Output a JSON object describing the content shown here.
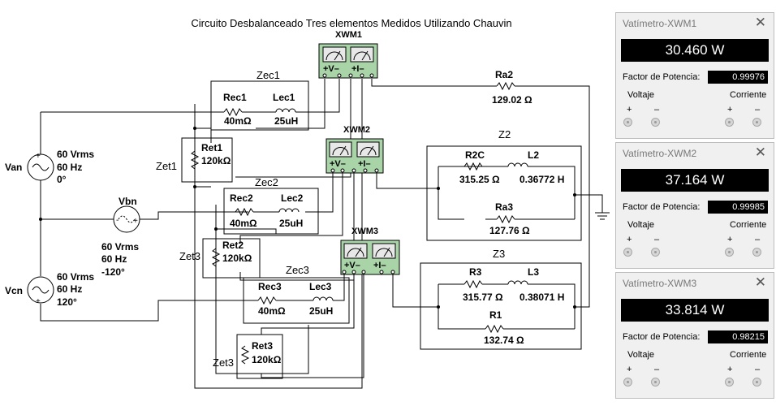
{
  "title": "Circuito Desbalanceado Tres elementos Medidos Utilizando Chauvin",
  "meters": {
    "xwm1": "XWM1",
    "xwm2": "XWM2",
    "xwm3": "XWM3",
    "v_label": "+V–",
    "i_label": "+I–"
  },
  "sources": {
    "van": {
      "name": "Van",
      "vrms": "60 Vrms",
      "freq": "60 Hz",
      "phase": "0°"
    },
    "vbn": {
      "name": "Vbn",
      "vrms": "60 Vrms",
      "freq": "60 Hz",
      "phase": "-120°"
    },
    "vcn": {
      "name": "Vcn",
      "vrms": "60 Vrms",
      "freq": "60 Hz",
      "phase": "120°"
    }
  },
  "zec1": {
    "label": "Zec1",
    "rec": "Rec1",
    "rec_val": "40mΩ",
    "lec": "Lec1",
    "lec_val": "25uH"
  },
  "zec2": {
    "label": "Zec2",
    "rec": "Rec2",
    "rec_val": "40mΩ",
    "lec": "Lec2",
    "lec_val": "25uH"
  },
  "zec3": {
    "label": "Zec3",
    "rec": "Rec3",
    "rec_val": "40mΩ",
    "lec": "Lec3",
    "lec_val": "25uH"
  },
  "zet1": {
    "label": "Zet1",
    "ret": "Ret1",
    "ret_val": "120kΩ"
  },
  "zet2": {
    "label": "Zet3",
    "ret": "Ret2",
    "ret_val": "120kΩ"
  },
  "zet3": {
    "label": "Zet3",
    "ret": "Ret3",
    "ret_val": "120kΩ"
  },
  "ra2": {
    "name": "Ra2",
    "value": "129.02 Ω"
  },
  "z2": {
    "label": "Z2",
    "r2c": "R2C",
    "r2c_val": "315.25 Ω",
    "l2": "L2",
    "l2_val": "0.36772 H",
    "ra3": "Ra3",
    "ra3_val": "127.76 Ω"
  },
  "z3": {
    "label": "Z3",
    "r3": "R3",
    "r3_val": "315.77 Ω",
    "l3": "L3",
    "l3_val": "0.38071 H",
    "r1": "R1",
    "r1_val": "132.74 Ω"
  },
  "panels": [
    {
      "title": "Vatímetro-XWM1",
      "reading": "30.460 W",
      "pf_label": "Factor de Potencia:",
      "pf_value": "0.99976",
      "voltaje": "Voltaje",
      "corriente": "Corriente",
      "plus": "+",
      "minus": "–",
      "close": "✕"
    },
    {
      "title": "Vatímetro-XWM2",
      "reading": "37.164 W",
      "pf_label": "Factor de Potencia:",
      "pf_value": "0.99985",
      "voltaje": "Voltaje",
      "corriente": "Corriente",
      "plus": "+",
      "minus": "–",
      "close": "✕"
    },
    {
      "title": "Vatímetro-XWM3",
      "reading": "33.814 W",
      "pf_label": "Factor de Potencia:",
      "pf_value": "0.98215",
      "voltaje": "Voltaje",
      "corriente": "Corriente",
      "plus": "+",
      "minus": "–",
      "close": "✕"
    }
  ]
}
